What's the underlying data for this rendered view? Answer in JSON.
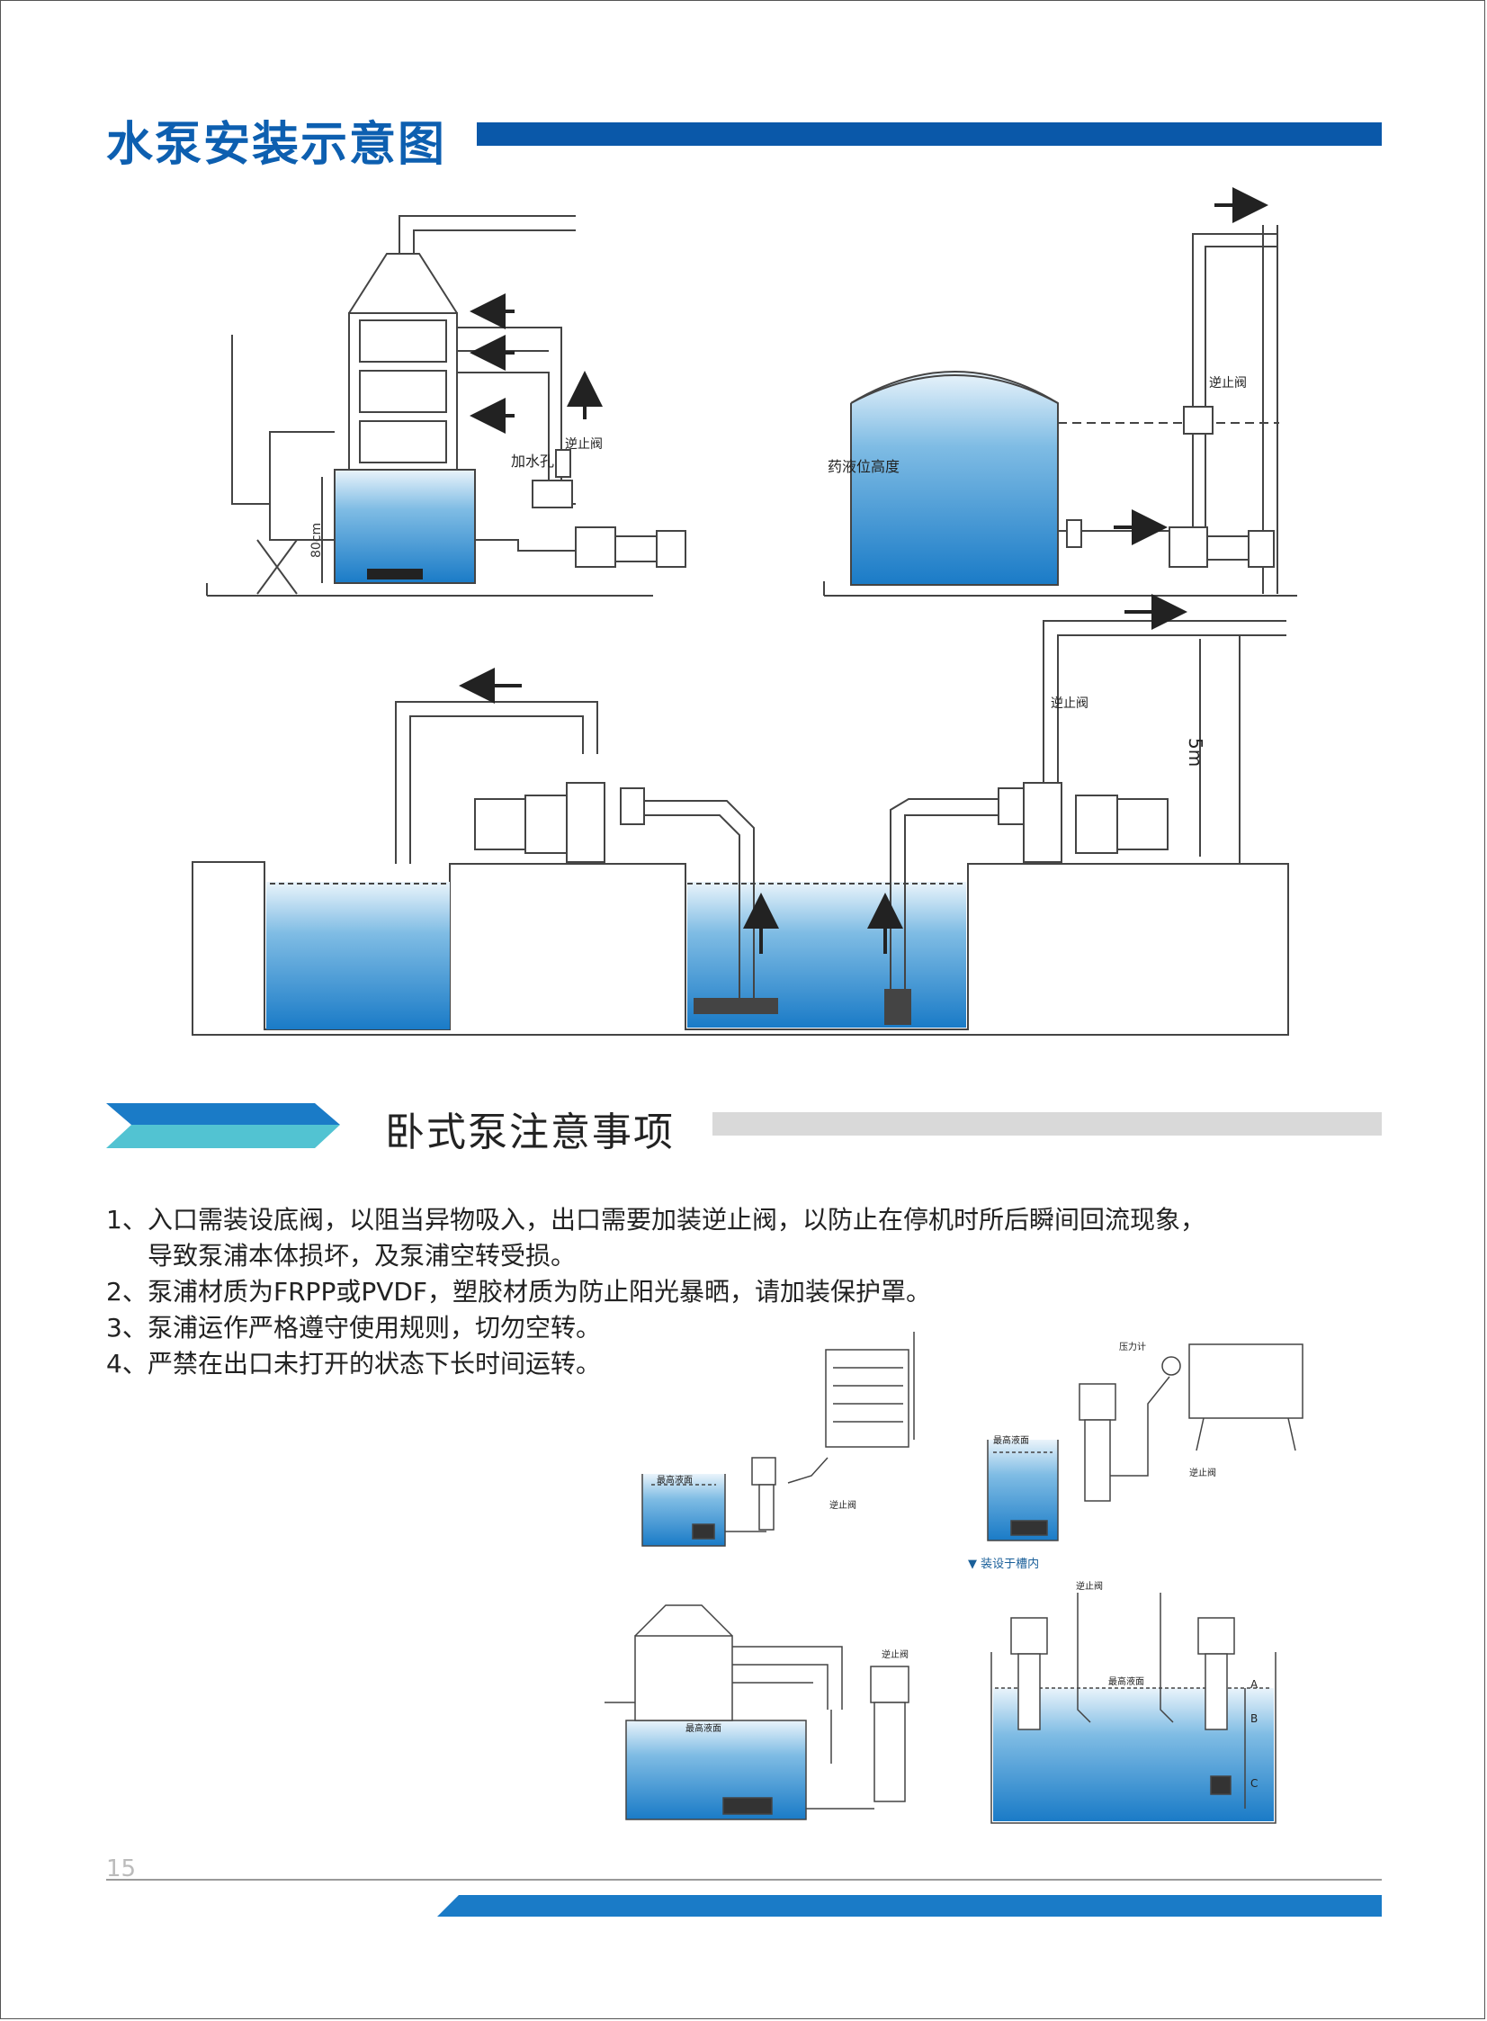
{
  "header": {
    "title": "水泵安装示意图",
    "accent_color": "#0a58a9"
  },
  "top_diagram": {
    "labels": {
      "add_water_hole": "加水孔",
      "check_valve_1": "逆止阀",
      "check_valve_2": "逆止阀",
      "check_valve_3": "逆止阀",
      "liquid_height": "药液位高度",
      "height_80cm": "80cm",
      "height_5m": "5m"
    }
  },
  "section": {
    "title": "卧式泵注意事项"
  },
  "notes": [
    {
      "num": "1、",
      "lines": [
        "入口需装设底阀，以阻当异物吸入，出口需要加装逆止阀，以防止在停机时所后瞬间回流现象，",
        "导致泵浦本体损坏，及泵浦空转受损。"
      ]
    },
    {
      "num": "2、",
      "lines": [
        "泵浦材质为FRPP或PVDF，塑胶材质为防止阳光暴晒，请加装保护罩。"
      ]
    },
    {
      "num": "3、",
      "lines": [
        "泵浦运作严格遵守使用规则，切勿空转。"
      ]
    },
    {
      "num": "4、",
      "lines": [
        "严禁在出口未打开的状态下长时间运转。"
      ]
    }
  ],
  "bottom_diagram": {
    "labels": {
      "max_level_1": "最高液面",
      "check_valve_a": "逆止阀",
      "pressure_gauge": "压力计",
      "max_level_2": "最高液面",
      "check_valve_b": "逆止阀",
      "install_in_tank": "▼ 装设于槽内",
      "check_valve_c": "逆止阀",
      "max_level_3": "最高液面",
      "check_valve_d": "逆止阀",
      "max_level_4": "最高液面",
      "mark_a": "A",
      "mark_b": "B",
      "mark_c": "C"
    }
  },
  "footer": {
    "page_number": "15"
  }
}
